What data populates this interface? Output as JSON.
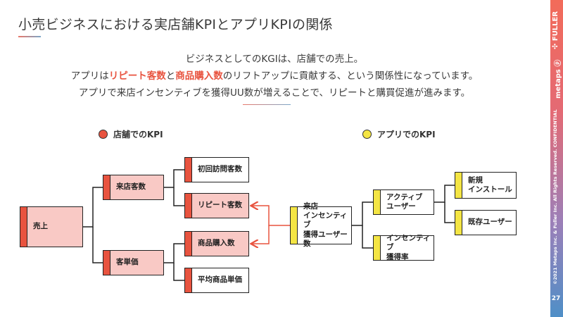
{
  "title": "小売ビジネスにおける実店舗KPIとアプリKPIの関係",
  "intro": {
    "line1": "ビジネスとしてのKGIは、店舗での売上。",
    "line2_a": "アプリは",
    "line2_hl1": "リピート客数",
    "line2_b": "と",
    "line2_hl2": "商品購入数",
    "line2_c": "のリフトアップに貢献する、という関係性になっています。",
    "line3": "アプリで来店インセンティブを獲得UU数が増えることで、リピートと購買促進が進みます。"
  },
  "legend": {
    "store": "店舗でのKPI",
    "app": "アプリでのKPI"
  },
  "store_tree": {
    "root": "売上",
    "mid": [
      "来店客数",
      "客単価"
    ],
    "leaves": [
      "初回訪問客数",
      "リピート客数",
      "商品購入数",
      "平均商品単価"
    ]
  },
  "app_tree": {
    "root": "来店\nインセンティブ\n獲得ユーザー数",
    "mid": [
      "アクティブ\nユーザー",
      "インセンティブ\n獲得率"
    ],
    "leaves": [
      "新規\nインストール",
      "既存ユーザー"
    ]
  },
  "sidebar": {
    "brand_fuller": "✣ FULLER",
    "brand_metaps": "metaps ⓟ",
    "copyright": "©2021 Metaps Inc. & Fuller Inc. All Rights Reserved. CONFIDENTIAL",
    "page_number": "27"
  },
  "colors": {
    "accent_red": "#e8533f",
    "accent_yellow": "#f4e544",
    "store_fill": "#f9c9c5"
  }
}
